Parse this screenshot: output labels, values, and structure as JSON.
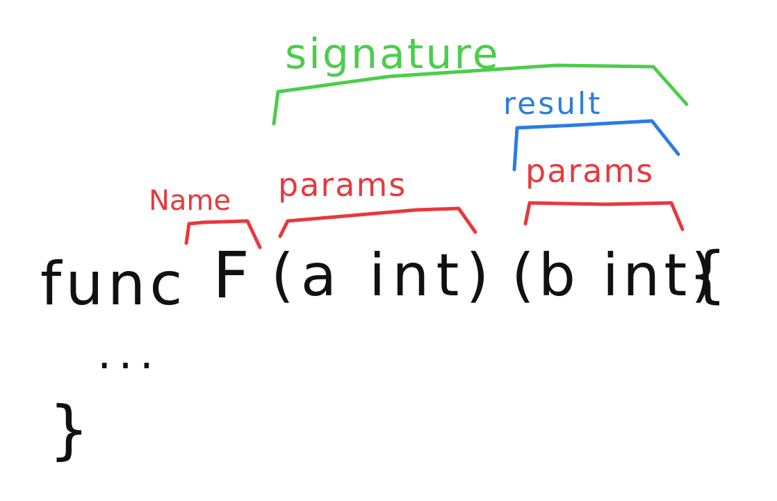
{
  "colors": {
    "code": "#111111",
    "name_params": "#e8383d",
    "result": "#2a7de1",
    "signature": "#4ccd4c"
  },
  "code": {
    "keyword": "func",
    "name": "F",
    "params": "(a int)",
    "result": "(b int)",
    "open_brace": "{",
    "body": "...",
    "close_brace": "}"
  },
  "labels": {
    "name": "Name",
    "params": "params",
    "result_params": "params",
    "result": "result",
    "signature": "signature"
  }
}
